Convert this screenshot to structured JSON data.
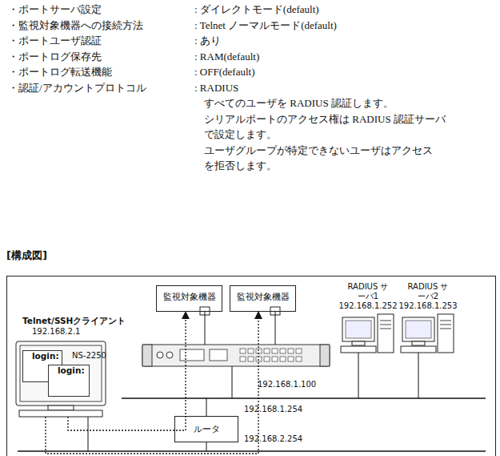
{
  "diagram": {
    "nodes": [
      {
        "text": [
          "監視対象機器"
        ]
      },
      {
        "text": [
          "監視対象機器"
        ]
      },
      {
        "text": [
          "RADIUS サーバ1",
          "192.168.1.252"
        ]
      },
      {
        "text": [
          "RADIUS サーバ2",
          "192.168.1.253"
        ]
      },
      {
        "text": [
          "Telnet/SSHクライアント",
          "192.168.2.1"
        ]
      },
      {
        "text": [
          "login:"
        ],
        "in": 4
      },
      {
        "text": [
          "login:"
        ],
        "in": 4
      },
      {
        "text": [
          "NS-2250"
        ]
      },
      {
        "text": [
          "ルータ"
        ]
      }
    ],
    "edges": [
      {
        "from": 0,
        "to": 7,
        "arrow": "none"
      },
      {
        "from": 1,
        "to": 7,
        "arrow": "none"
      },
      {
        "from": 4,
        "to": 0,
        "arrow": "to"
      },
      {
        "from": 4,
        "to": 1,
        "arrow": "to"
      }
    ],
    "labels": [
      "・ポートサーバ設定",
      ": ダイレクトモード(default)",
      "・監視対象機器への接続方法",
      ": Telnet ノーマルモード(default)",
      "・ポートユーザ認証",
      ": あり",
      "・ポートログ保存先",
      ": RAM(default)",
      "・ポートログ転送機能",
      ": OFF(default)",
      "・認証/アカウントプロトコル",
      ": RADIUS",
      "すべてのユーザを RADIUS 認証します。",
      "シリアルポートのアクセス権は RADIUS 認証サーバ",
      "で設定します。",
      "ユーザグループが特定できないユーザはアクセス",
      "を拒否します。",
      "[構成図]",
      "192.168.1.100",
      "192.168.1.254",
      "192.168.2.254"
    ]
  }
}
